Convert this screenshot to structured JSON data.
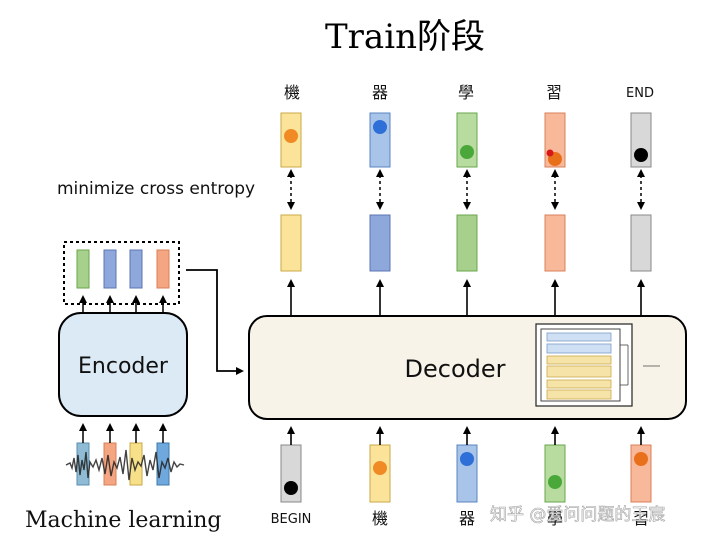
{
  "title": "Train阶段",
  "note": "minimize cross entropy",
  "encoder": {
    "label": "Encoder",
    "input_label": "Machine learning",
    "input_colors": [
      "#8fbcd4",
      "#f4a582",
      "#f7e08a",
      "#6fa8dc"
    ],
    "output_colors": [
      "#a8d08d",
      "#8fa8dc",
      "#8fa8dc",
      "#f4a582"
    ]
  },
  "decoder": {
    "label": "Decoder"
  },
  "targets": [
    {
      "label": "機",
      "color": "#fbe49a",
      "dot": "#f08a24"
    },
    {
      "label": "器",
      "color": "#a8c4e8",
      "dot": "#2f6fd8"
    },
    {
      "label": "學",
      "color": "#b8dca0",
      "dot": "#4aa83a"
    },
    {
      "label": "習",
      "color": "#f8b89a",
      "dot": "#e8701a"
    },
    {
      "label": "END",
      "color": "#d8d8d8",
      "dot": "#000000"
    }
  ],
  "outputs": [
    {
      "color": "#fbe49a"
    },
    {
      "color": "#a8c4e8"
    },
    {
      "color": "#b8dca0"
    },
    {
      "color": "#f8b89a"
    },
    {
      "color": "#d8d8d8"
    }
  ],
  "inputs": [
    {
      "label": "BEGIN",
      "color": "#d8d8d8",
      "dot": "#000000"
    },
    {
      "label": "機",
      "color": "#fbe49a",
      "dot": "#f08a24"
    },
    {
      "label": "器",
      "color": "#a8c4e8",
      "dot": "#2f6fd8"
    },
    {
      "label": "學",
      "color": "#b8dca0",
      "dot": "#4aa83a"
    },
    {
      "label": "習",
      "color": "#f8b89a",
      "dot": "#e8701a"
    }
  ],
  "watermark": "知乎 @爱问问题的王宸"
}
